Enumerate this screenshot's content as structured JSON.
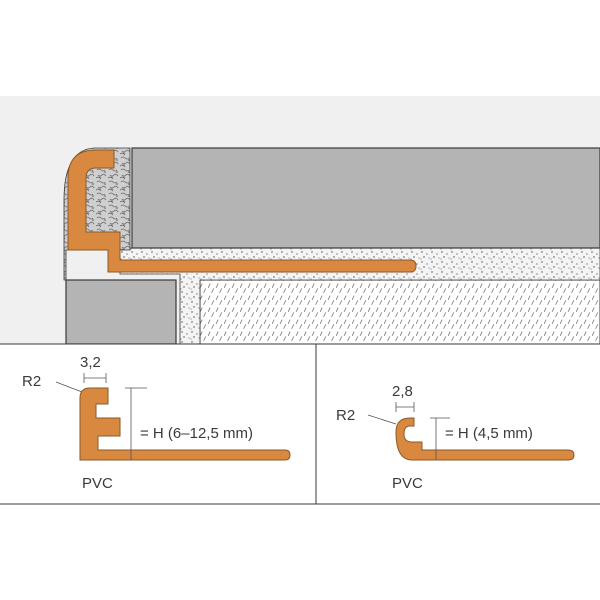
{
  "colors": {
    "background": "#ffffff",
    "panel": "#f0f0f0",
    "profile_orange": "#d9893f",
    "profile_stroke": "#8a5a2a",
    "tile_gray": "#b4b4b4",
    "outline": "#3a3a3a",
    "dimension_line": "#555555"
  },
  "icons": [
    "plaster-texture",
    "adhesive-speckle",
    "substrate-hatch"
  ],
  "left_profile": {
    "radius_label": "R2",
    "width_dim": "3,2",
    "height_label": "= H (6–12,5 mm)",
    "material": "PVC"
  },
  "right_profile": {
    "radius_label": "R2",
    "width_dim": "2,8",
    "height_label": "= H (4,5 mm)",
    "material": "PVC"
  }
}
